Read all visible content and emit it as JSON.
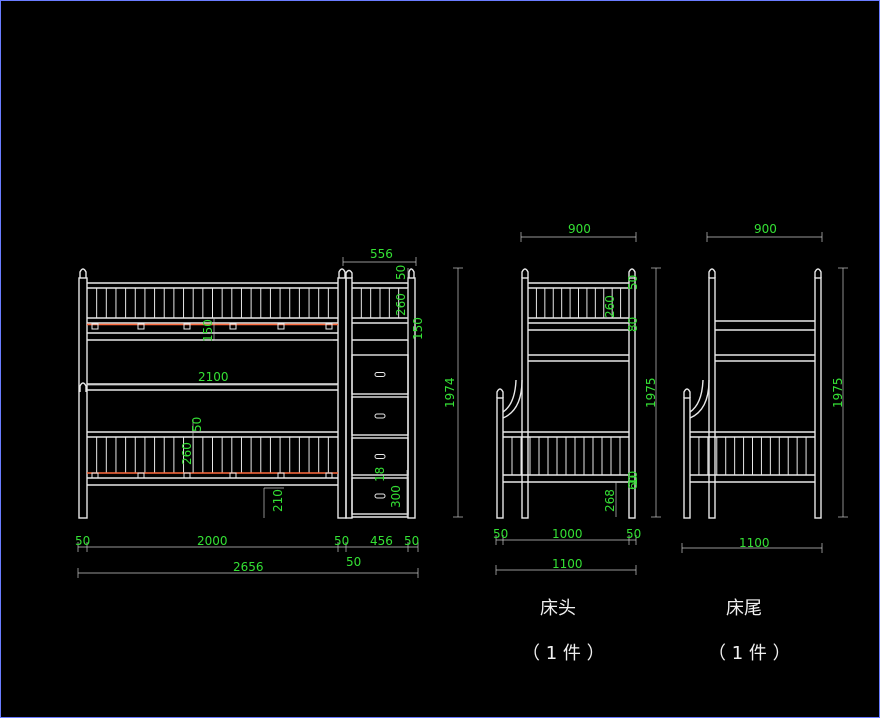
{
  "colors": {
    "background": "#000000",
    "lines": "#e8e8e8",
    "dimensions": "#34e034",
    "accent": "#ff6a3d",
    "frame": "#6a7cff"
  },
  "front_view": {
    "dims": {
      "d556": "556",
      "d50_top": "50",
      "d260_right": "260",
      "d150_right": "150",
      "d150_left": "150",
      "d2100": "2100",
      "d50_mid": "50",
      "d260_left": "260",
      "d18": "18",
      "d300": "300",
      "d210": "210",
      "d1974": "1974",
      "d50_a": "50",
      "d2000": "2000",
      "d50_b": "50",
      "d456": "456",
      "d50_c": "50",
      "d2656": "2656",
      "d50_d": "50"
    }
  },
  "head_view": {
    "label": "床头",
    "count": "（ 1 件 ）",
    "dims": {
      "d900": "900",
      "d260": "260",
      "d50": "50",
      "d80": "80",
      "d1975": "1975",
      "d10": "10",
      "d60": "60",
      "d268": "268",
      "d50_l": "50",
      "d1000": "1000",
      "d50_r": "50",
      "d1100": "1100"
    }
  },
  "foot_view": {
    "label": "床尾",
    "count": "（ 1 件 ）",
    "dims": {
      "d900": "900",
      "d1975": "1975",
      "d1100": "1100"
    }
  }
}
